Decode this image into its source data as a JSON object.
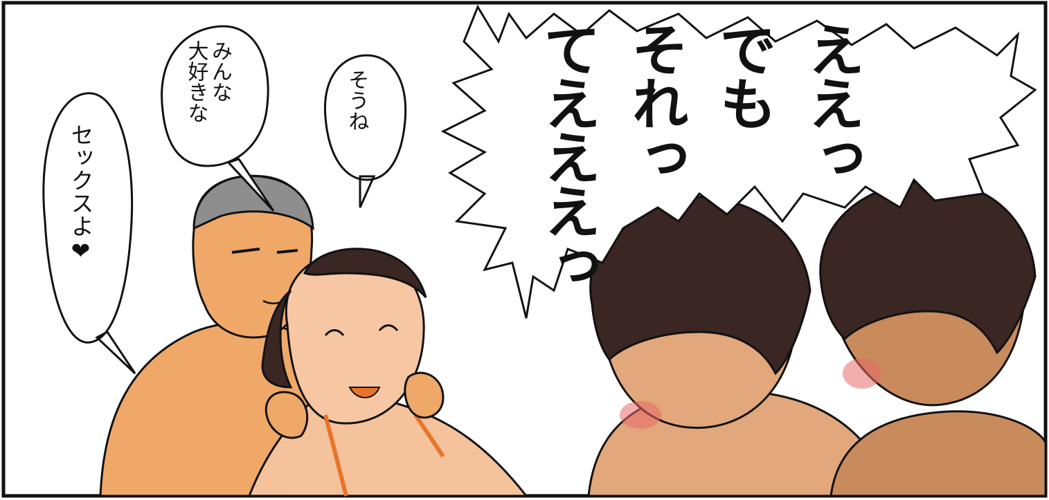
{
  "speech_bubbles": {
    "everyone_loves": "みんな\n大好きな",
    "sou_ne": "そうね",
    "sex_yo": "セックスよ❤",
    "shout": "ええっ\nでも\nそれっ\nてえええっ"
  },
  "colors": {
    "outline": "#111111",
    "skin_light": "#f4c29b",
    "skin_mid": "#f0a868",
    "skin_boys": "#e2a77a",
    "skin_dark": "#c98a5c",
    "hair_dark": "#3a2622",
    "hair_grey": "#8e8e8e",
    "swimsuit": "#e8742a",
    "blush": "#e86a6a"
  }
}
